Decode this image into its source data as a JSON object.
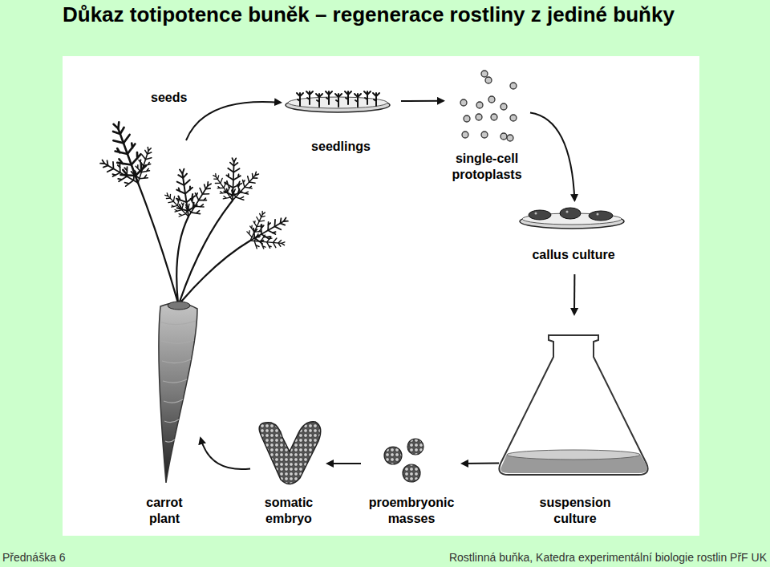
{
  "diagram": {
    "title": "Důkaz totipotence buněk – regenerace rostliny z jediné buňky",
    "nodes": [
      {
        "text": [
          "seedlings"
        ]
      },
      {
        "text": [
          "single-cell protoplasts"
        ]
      },
      {
        "text": [
          "callus culture"
        ]
      },
      {
        "text": [
          "suspension culture"
        ]
      },
      {
        "text": [
          "proembryonic masses"
        ]
      },
      {
        "text": [
          "somatic embryo"
        ]
      },
      {
        "text": [
          "carrot plant"
        ]
      }
    ],
    "edges": [
      {
        "from": 6,
        "to": 0,
        "arrow": "to",
        "label": "seeds"
      },
      {
        "from": 0,
        "to": 1,
        "arrow": "to"
      },
      {
        "from": 1,
        "to": 2,
        "arrow": "to"
      },
      {
        "from": 2,
        "to": 3,
        "arrow": "to"
      },
      {
        "from": 3,
        "to": 4,
        "arrow": "to"
      },
      {
        "from": 4,
        "to": 5,
        "arrow": "to"
      },
      {
        "from": 5,
        "to": 6,
        "arrow": "to"
      }
    ],
    "labels": [
      "Přednáška 6",
      "Rostlinná buňka, Katedra experimentální biologie rostlin PřF UK"
    ]
  }
}
